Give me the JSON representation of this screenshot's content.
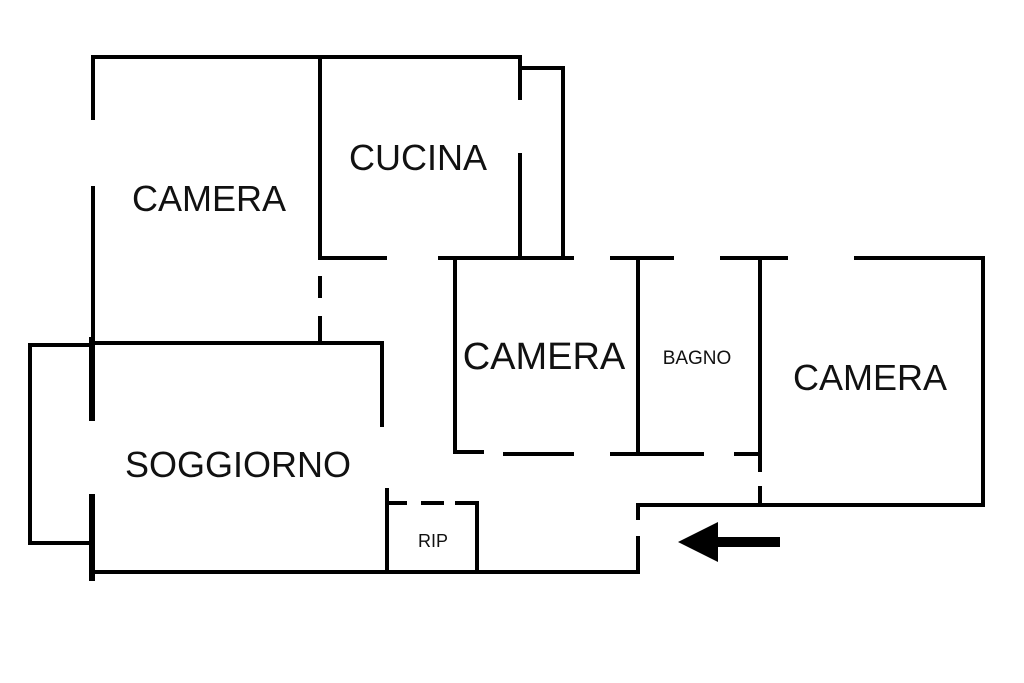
{
  "floorplan": {
    "rooms": {
      "camera_top_left": "CAMERA",
      "cucina": "CUCINA",
      "camera_center": "CAMERA",
      "bagno": "BAGNO",
      "camera_right": "CAMERA",
      "soggiorno": "SOGGIORNO",
      "ripostiglio": "RIP"
    },
    "entrance_arrow": {
      "icon": "arrow-left-icon",
      "color": "#000000"
    },
    "colors": {
      "walls": "#000000",
      "background": "#ffffff",
      "text": "#111111"
    }
  }
}
